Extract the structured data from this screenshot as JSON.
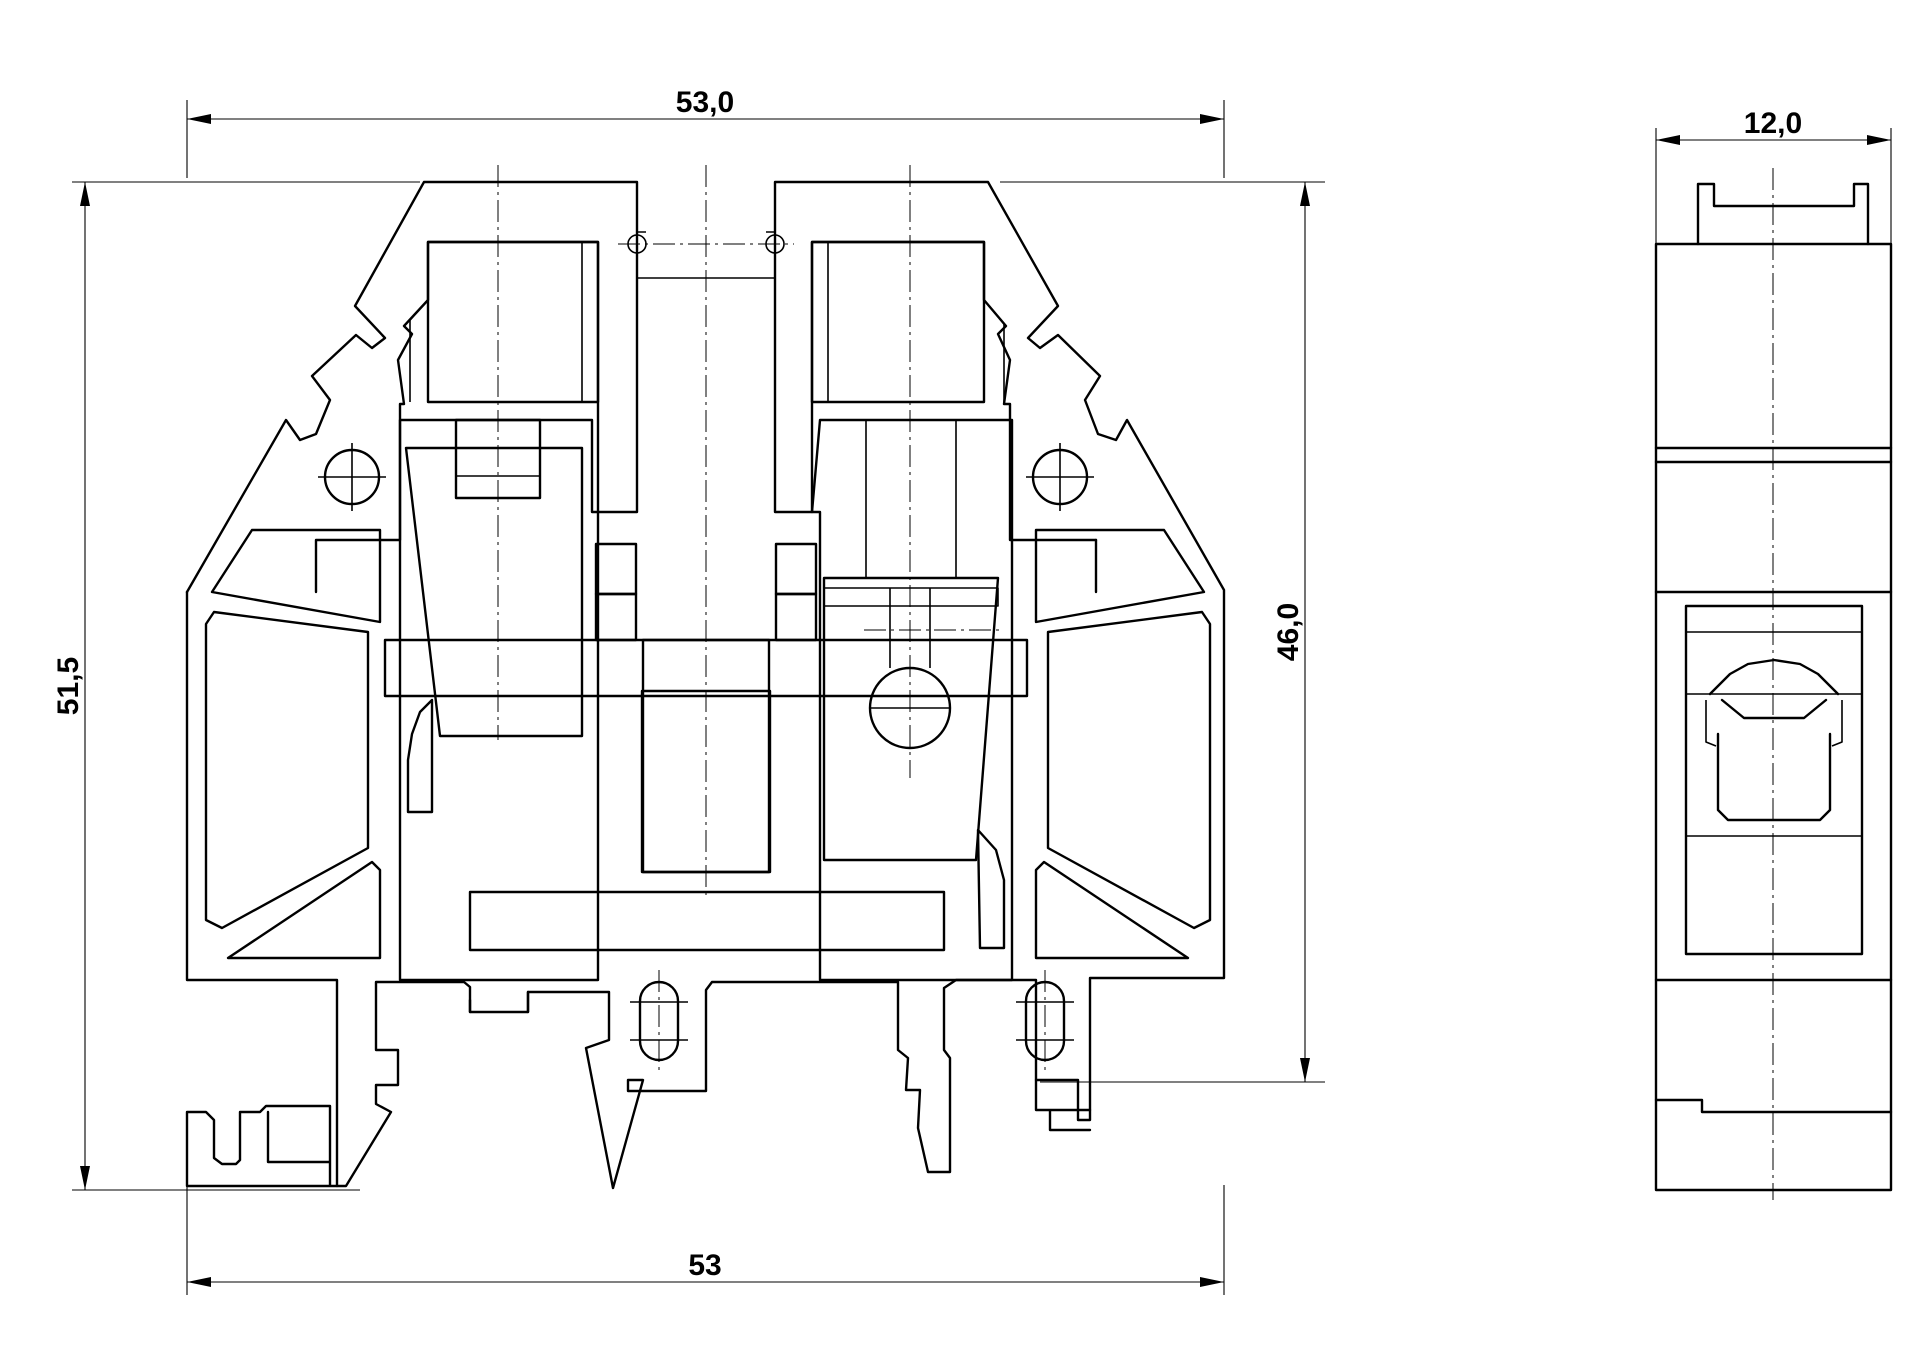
{
  "dimensions": {
    "front_width_top": "53,0",
    "front_width_bottom": "53",
    "front_total_height": "51,5",
    "front_height_to_rail": "46,0",
    "side_width": "12,0"
  },
  "colors": {
    "line": "#000000",
    "background": "#ffffff"
  }
}
